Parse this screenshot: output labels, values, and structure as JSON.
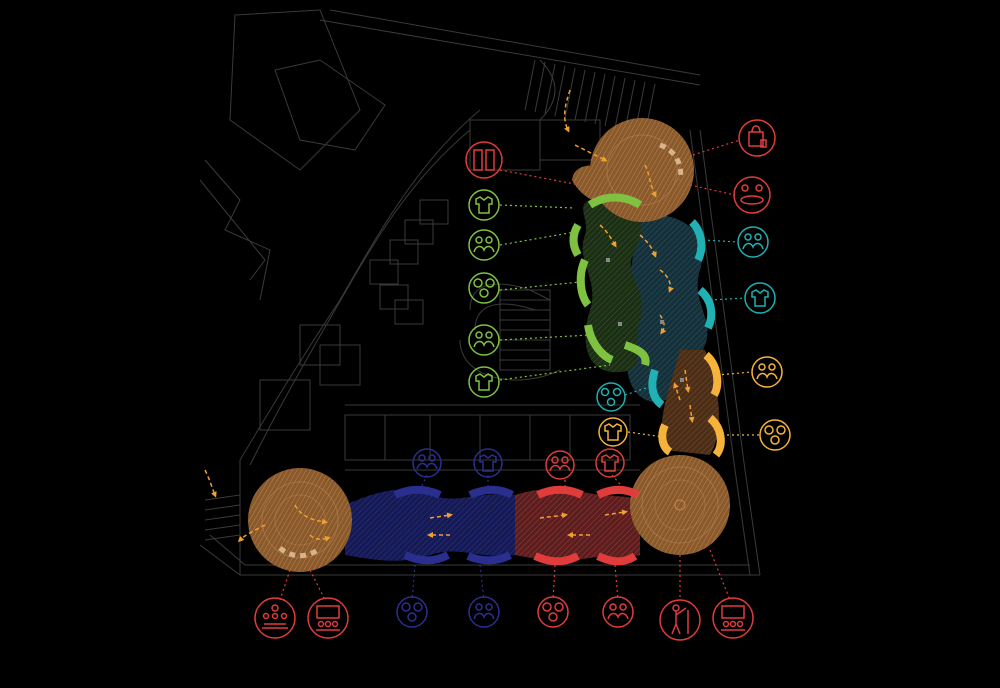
{
  "diagram": {
    "background": "#000000",
    "plan_line_color": "#3a3a3a",
    "zone_colors": {
      "hub": "#9c6a36",
      "green": "#7fc241",
      "teal": "#1fb1b3",
      "yellow": "#f5b33c",
      "blue": "#2a2f8f",
      "red": "#e03c3c",
      "flow_arrow": "#f0a030"
    },
    "zones": [
      {
        "id": "hub-north",
        "color_key": "hub"
      },
      {
        "id": "hub-west",
        "color_key": "hub"
      },
      {
        "id": "hub-southeast",
        "color_key": "hub"
      },
      {
        "id": "green-corridor",
        "color_key": "green"
      },
      {
        "id": "teal-corridor",
        "color_key": "teal"
      },
      {
        "id": "yellow-corridor",
        "color_key": "yellow"
      },
      {
        "id": "blue-corridor",
        "color_key": "blue"
      },
      {
        "id": "red-corridor",
        "color_key": "red"
      }
    ],
    "callouts": [
      {
        "zone": "hub-north",
        "icon": "shopping-bag-icon",
        "color_key": "red"
      },
      {
        "zone": "hub-north",
        "icon": "meeting-table-icon",
        "color_key": "red"
      },
      {
        "zone": "hub-north",
        "icon": "lockers-icon",
        "color_key": "red"
      },
      {
        "zone": "green-corridor",
        "icon": "tshirt-icon",
        "color_key": "green"
      },
      {
        "zone": "green-corridor",
        "icon": "group-icon",
        "color_key": "green"
      },
      {
        "zone": "green-corridor",
        "icon": "balls-icon",
        "color_key": "green"
      },
      {
        "zone": "green-corridor",
        "icon": "group-icon",
        "color_key": "green"
      },
      {
        "zone": "green-corridor",
        "icon": "tshirt-icon",
        "color_key": "green"
      },
      {
        "zone": "teal-corridor",
        "icon": "group-icon",
        "color_key": "teal"
      },
      {
        "zone": "teal-corridor",
        "icon": "tshirt-icon",
        "color_key": "teal"
      },
      {
        "zone": "teal-corridor",
        "icon": "balls-icon",
        "color_key": "teal"
      },
      {
        "zone": "yellow-corridor",
        "icon": "group-icon",
        "color_key": "yellow"
      },
      {
        "zone": "yellow-corridor",
        "icon": "tshirt-icon",
        "color_key": "yellow"
      },
      {
        "zone": "yellow-corridor",
        "icon": "balls-icon",
        "color_key": "yellow"
      },
      {
        "zone": "red-corridor",
        "icon": "group-icon",
        "color_key": "red"
      },
      {
        "zone": "red-corridor",
        "icon": "tshirt-icon",
        "color_key": "red"
      },
      {
        "zone": "blue-corridor",
        "icon": "group-icon",
        "color_key": "blue"
      },
      {
        "zone": "blue-corridor",
        "icon": "tshirt-icon",
        "color_key": "blue"
      },
      {
        "zone": "blue-corridor",
        "icon": "balls-icon",
        "color_key": "blue"
      },
      {
        "zone": "blue-corridor",
        "icon": "group-icon",
        "color_key": "blue"
      },
      {
        "zone": "red-corridor",
        "icon": "balls-icon",
        "color_key": "red"
      },
      {
        "zone": "red-corridor",
        "icon": "group-icon",
        "color_key": "red"
      },
      {
        "zone": "hub-west",
        "icon": "audience-icon",
        "color_key": "red"
      },
      {
        "zone": "hub-west",
        "icon": "presentation-icon",
        "color_key": "red"
      },
      {
        "zone": "hub-southeast",
        "icon": "presenter-icon",
        "color_key": "red"
      },
      {
        "zone": "hub-southeast",
        "icon": "presentation-icon",
        "color_key": "red"
      }
    ]
  }
}
